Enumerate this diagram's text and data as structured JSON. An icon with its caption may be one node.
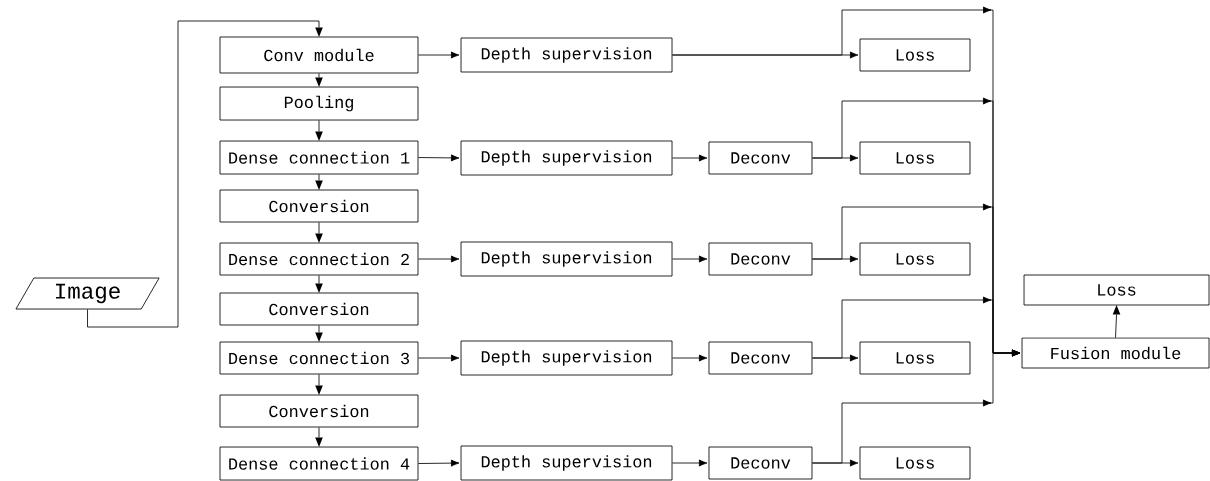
{
  "diagram": {
    "nodes": [
      {
        "text": [
          "Image"
        ]
      },
      {
        "text": [
          "Conv module"
        ]
      },
      {
        "text": [
          "Depth supervision"
        ]
      },
      {
        "text": [
          "Loss"
        ]
      },
      {
        "text": [
          "Pooling"
        ]
      },
      {
        "text": [
          "Dense connection 1"
        ]
      },
      {
        "text": [
          "Depth supervision"
        ]
      },
      {
        "text": [
          "Deconv"
        ]
      },
      {
        "text": [
          "Loss"
        ]
      },
      {
        "text": [
          "Conversion"
        ]
      },
      {
        "text": [
          "Dense connection 2"
        ]
      },
      {
        "text": [
          "Depth supervision"
        ]
      },
      {
        "text": [
          "Deconv"
        ]
      },
      {
        "text": [
          "Loss"
        ]
      },
      {
        "text": [
          "Conversion"
        ]
      },
      {
        "text": [
          "Dense connection 3"
        ]
      },
      {
        "text": [
          "Depth supervision"
        ]
      },
      {
        "text": [
          "Deconv"
        ]
      },
      {
        "text": [
          "Loss"
        ]
      },
      {
        "text": [
          "Conversion"
        ]
      },
      {
        "text": [
          "Dense connection 4"
        ]
      },
      {
        "text": [
          "Depth supervision"
        ]
      },
      {
        "text": [
          "Deconv"
        ]
      },
      {
        "text": [
          "Loss"
        ]
      },
      {
        "text": [
          "Loss"
        ]
      },
      {
        "text": [
          "Fusion module"
        ]
      }
    ],
    "edges": [
      {
        "from": 0,
        "to": 1,
        "arrow": "to"
      },
      {
        "from": 1,
        "to": 2,
        "arrow": "to"
      },
      {
        "from": 2,
        "to": 3,
        "arrow": "to"
      },
      {
        "from": 2,
        "to": 25,
        "arrow": "to"
      },
      {
        "from": 1,
        "to": 4,
        "arrow": "to"
      },
      {
        "from": 4,
        "to": 5,
        "arrow": "to"
      },
      {
        "from": 5,
        "to": 6,
        "arrow": "to"
      },
      {
        "from": 6,
        "to": 7,
        "arrow": "to"
      },
      {
        "from": 7,
        "to": 8,
        "arrow": "to"
      },
      {
        "from": 7,
        "to": 25,
        "arrow": "to"
      },
      {
        "from": 5,
        "to": 9,
        "arrow": "to"
      },
      {
        "from": 9,
        "to": 10,
        "arrow": "to"
      },
      {
        "from": 10,
        "to": 11,
        "arrow": "to"
      },
      {
        "from": 11,
        "to": 12,
        "arrow": "to"
      },
      {
        "from": 12,
        "to": 13,
        "arrow": "to"
      },
      {
        "from": 12,
        "to": 25,
        "arrow": "to"
      },
      {
        "from": 10,
        "to": 14,
        "arrow": "to"
      },
      {
        "from": 14,
        "to": 15,
        "arrow": "to"
      },
      {
        "from": 15,
        "to": 16,
        "arrow": "to"
      },
      {
        "from": 16,
        "to": 17,
        "arrow": "to"
      },
      {
        "from": 17,
        "to": 18,
        "arrow": "to"
      },
      {
        "from": 17,
        "to": 25,
        "arrow": "to"
      },
      {
        "from": 15,
        "to": 19,
        "arrow": "to"
      },
      {
        "from": 19,
        "to": 20,
        "arrow": "to"
      },
      {
        "from": 20,
        "to": 21,
        "arrow": "to"
      },
      {
        "from": 21,
        "to": 22,
        "arrow": "to"
      },
      {
        "from": 22,
        "to": 23,
        "arrow": "to"
      },
      {
        "from": 22,
        "to": 25,
        "arrow": "to"
      },
      {
        "from": 25,
        "to": 24,
        "arrow": "to"
      }
    ]
  }
}
